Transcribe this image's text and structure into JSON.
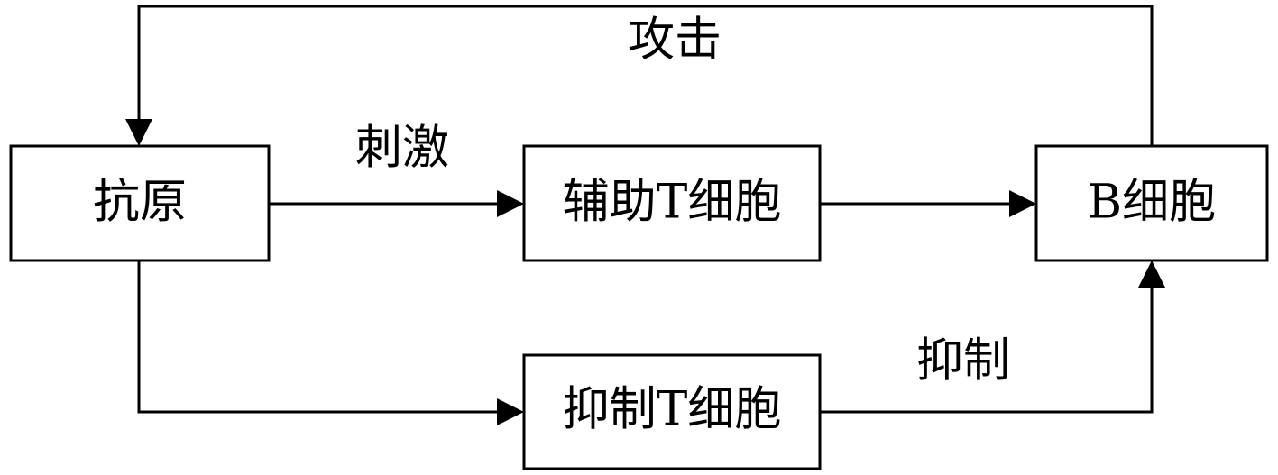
{
  "nodes": {
    "antigen": "抗原",
    "helper_t": "辅助T细胞",
    "b_cell": "B细胞",
    "suppressor_t": "抑制T细胞"
  },
  "edges": {
    "stimulate": "刺激",
    "attack": "攻击",
    "inhibit": "抑制"
  }
}
